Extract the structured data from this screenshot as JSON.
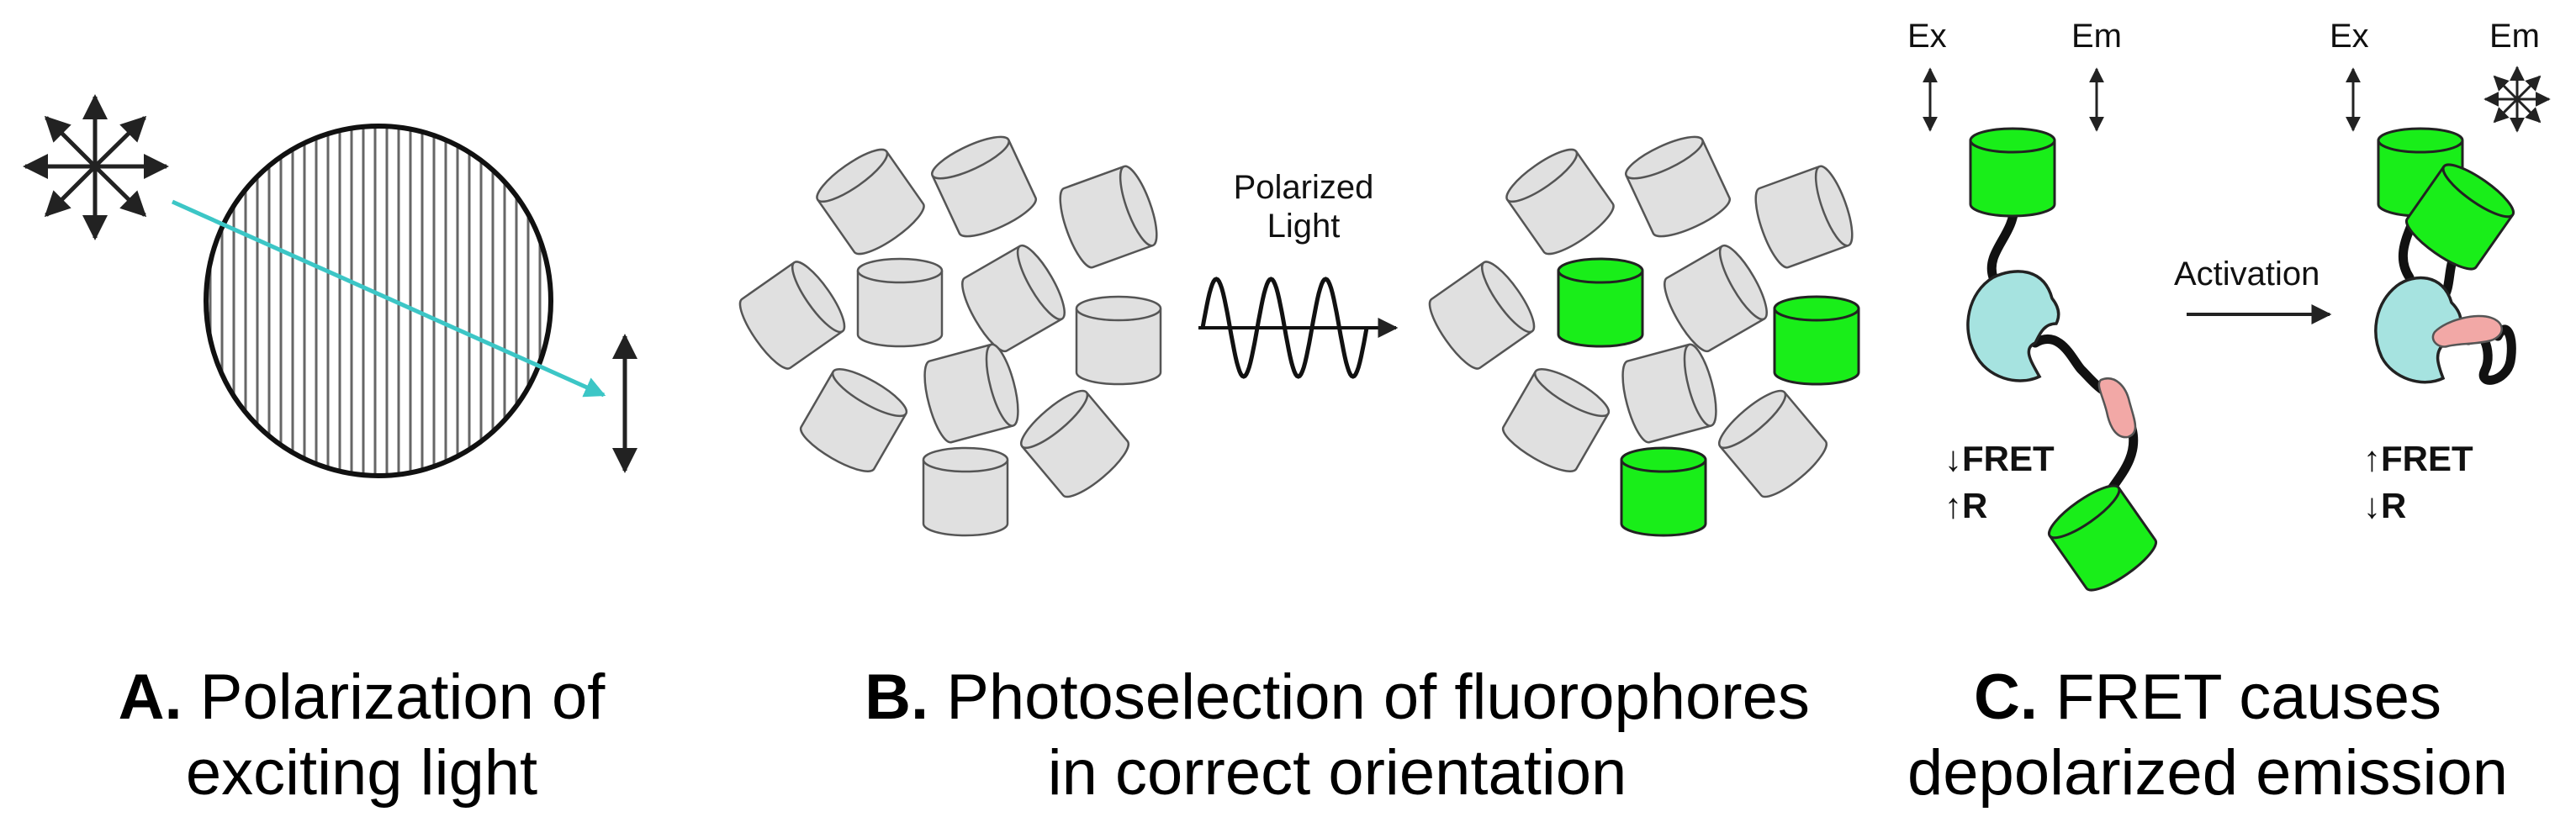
{
  "panel_a": {
    "caption_letter": "A.",
    "caption_line1": "Polarization of",
    "caption_line2": "exciting light"
  },
  "panel_b": {
    "polarized_label_line1": "Polarized",
    "polarized_label_line2": "Light",
    "caption_letter": "B.",
    "caption_line1": "Photoselection of fluorophores",
    "caption_line2": "in correct orientation"
  },
  "panel_c": {
    "ex_label_left": "Ex",
    "em_label_left": "Em",
    "ex_label_right": "Ex",
    "em_label_right": "Em",
    "activation_label": "Activation",
    "left_fret": "FRET",
    "left_r": "R",
    "right_fret": "FRET",
    "right_r": "R",
    "caption_letter": "C.",
    "caption_line1": "FRET causes",
    "caption_line2": "depolarized emission"
  },
  "colors": {
    "fluorophore_gray": "#e0e0e0",
    "fluorophore_green": "#19ee19",
    "protein_cyan": "#a6e3e0",
    "peptide_pink": "#f2a8a6",
    "light_ray_teal": "#3cc6c6"
  }
}
